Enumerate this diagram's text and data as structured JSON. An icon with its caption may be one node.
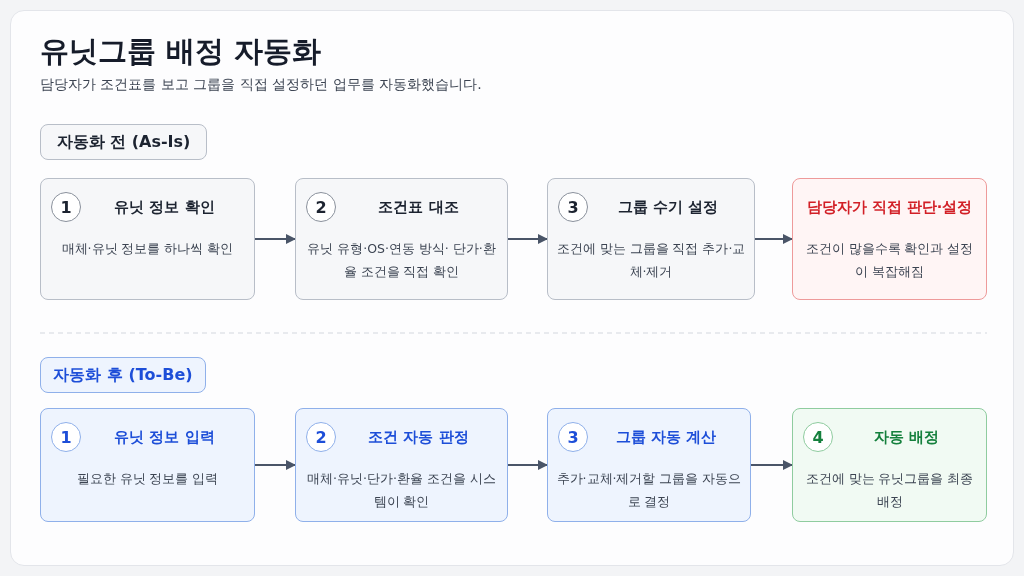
{
  "diagram": {
    "title": "유닛그룹 배정 자동화",
    "caption": "담당자가 조건표를 보고 그룹을 직접 설정하던 업무를 자동화했습니다.",
    "nodes": [
      {
        "text": [
          "자동화 전 (As-Is)"
        ]
      },
      {
        "text": [
          "1",
          "유닛 정보 확인",
          "매체·유닛 정보를 하나씩 확인"
        ]
      },
      {
        "text": [
          "2",
          "조건표 대조",
          "유닛 유형·OS·연동 방식· 단가·환율 조건을 직접 확인"
        ]
      },
      {
        "text": [
          "3",
          "그룹 수기 설정",
          "조건에 맞는 그룹을 직접 추가·교체·제거"
        ]
      },
      {
        "text": [
          "담당자가 직접 판단·설정",
          "조건이 많을수록 확인과 설정이 복잡해짐"
        ]
      },
      {
        "text": [
          "자동화 후 (To-Be)"
        ]
      },
      {
        "text": [
          "1",
          "유닛 정보 입력",
          "필요한 유닛 정보를 입력"
        ]
      },
      {
        "text": [
          "2",
          "조건 자동 판정",
          "매체·유닛·단가·환율 조건을 시스템이 확인"
        ]
      },
      {
        "text": [
          "3",
          "그룹 자동 계산",
          "추가·교체·제거할 그룹을 자동으로 결정"
        ]
      },
      {
        "text": [
          "4",
          "자동 배정",
          "조건에 맞는 유닛그룹을 최종 배정"
        ]
      }
    ],
    "edges": [
      {
        "from": 1,
        "to": 2,
        "arrow": "to"
      },
      {
        "from": 2,
        "to": 3,
        "arrow": "to"
      },
      {
        "from": 3,
        "to": 4,
        "arrow": "to"
      },
      {
        "from": 6,
        "to": 7,
        "arrow": "to"
      },
      {
        "from": 7,
        "to": 8,
        "arrow": "to"
      },
      {
        "from": 8,
        "to": 9,
        "arrow": "to"
      }
    ]
  }
}
